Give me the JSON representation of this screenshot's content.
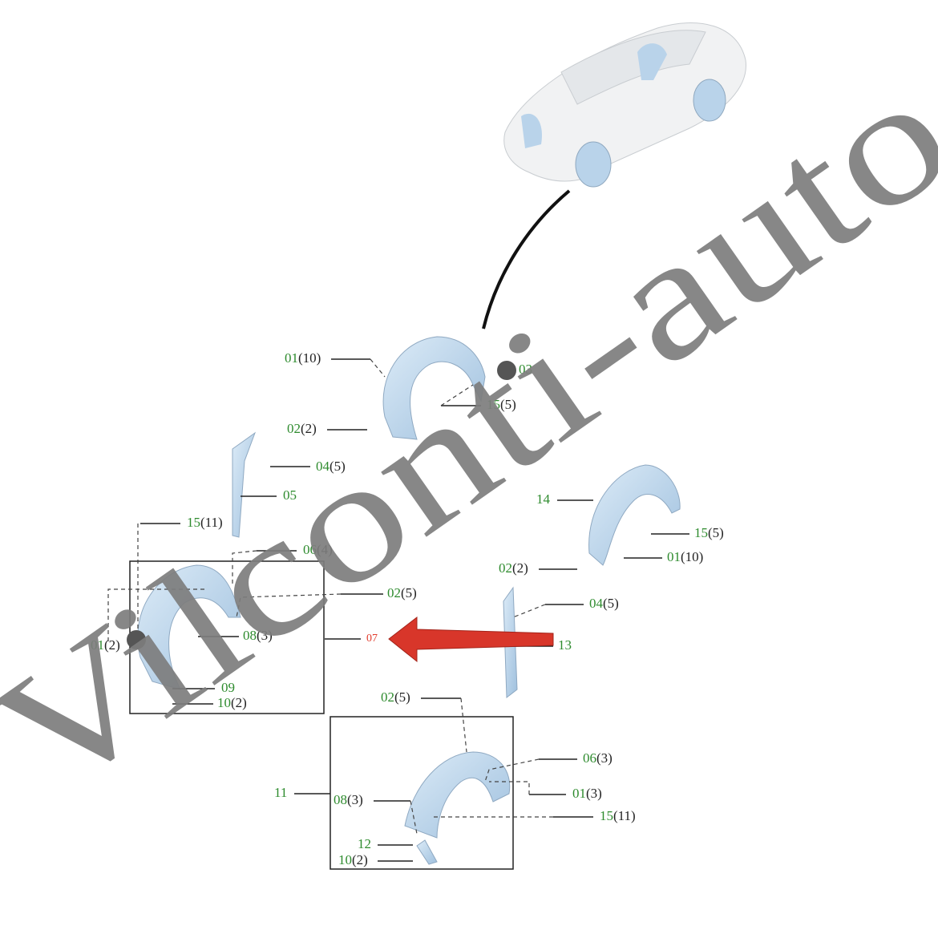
{
  "watermark": "Vilconti-auto",
  "callouts": [
    {
      "num": "01",
      "qty": "(10)"
    },
    {
      "num": "03",
      "qty": ""
    },
    {
      "num": "15",
      "qty": "(5)"
    },
    {
      "num": "02",
      "qty": "(2)"
    },
    {
      "num": "04",
      "qty": "(5)"
    },
    {
      "num": "05",
      "qty": ""
    },
    {
      "num": "15",
      "qty": "(11)"
    },
    {
      "num": "06",
      "qty": "(4)"
    },
    {
      "num": "02",
      "qty": "(5)"
    },
    {
      "num": "01",
      "qty": "(2)"
    },
    {
      "num": "08",
      "qty": "(3)"
    },
    {
      "num": "07",
      "qty": ""
    },
    {
      "num": "09",
      "qty": ""
    },
    {
      "num": "10",
      "qty": "(2)"
    },
    {
      "num": "14",
      "qty": ""
    },
    {
      "num": "15",
      "qty": "(5)"
    },
    {
      "num": "01",
      "qty": "(10)"
    },
    {
      "num": "02",
      "qty": "(2)"
    },
    {
      "num": "04",
      "qty": "(5)"
    },
    {
      "num": "13",
      "qty": ""
    },
    {
      "num": "02",
      "qty": "(5)"
    },
    {
      "num": "06",
      "qty": "(3)"
    },
    {
      "num": "11",
      "qty": ""
    },
    {
      "num": "08",
      "qty": "(3)"
    },
    {
      "num": "01",
      "qty": "(3)"
    },
    {
      "num": "15",
      "qty": "(11)"
    },
    {
      "num": "12",
      "qty": ""
    },
    {
      "num": "10",
      "qty": "(2)"
    }
  ],
  "colors": {
    "part": "#b9d3ea",
    "highlight_arrow": "#d8362a",
    "label_number": "#2e8b2e",
    "watermark": "#7d7d7d"
  }
}
